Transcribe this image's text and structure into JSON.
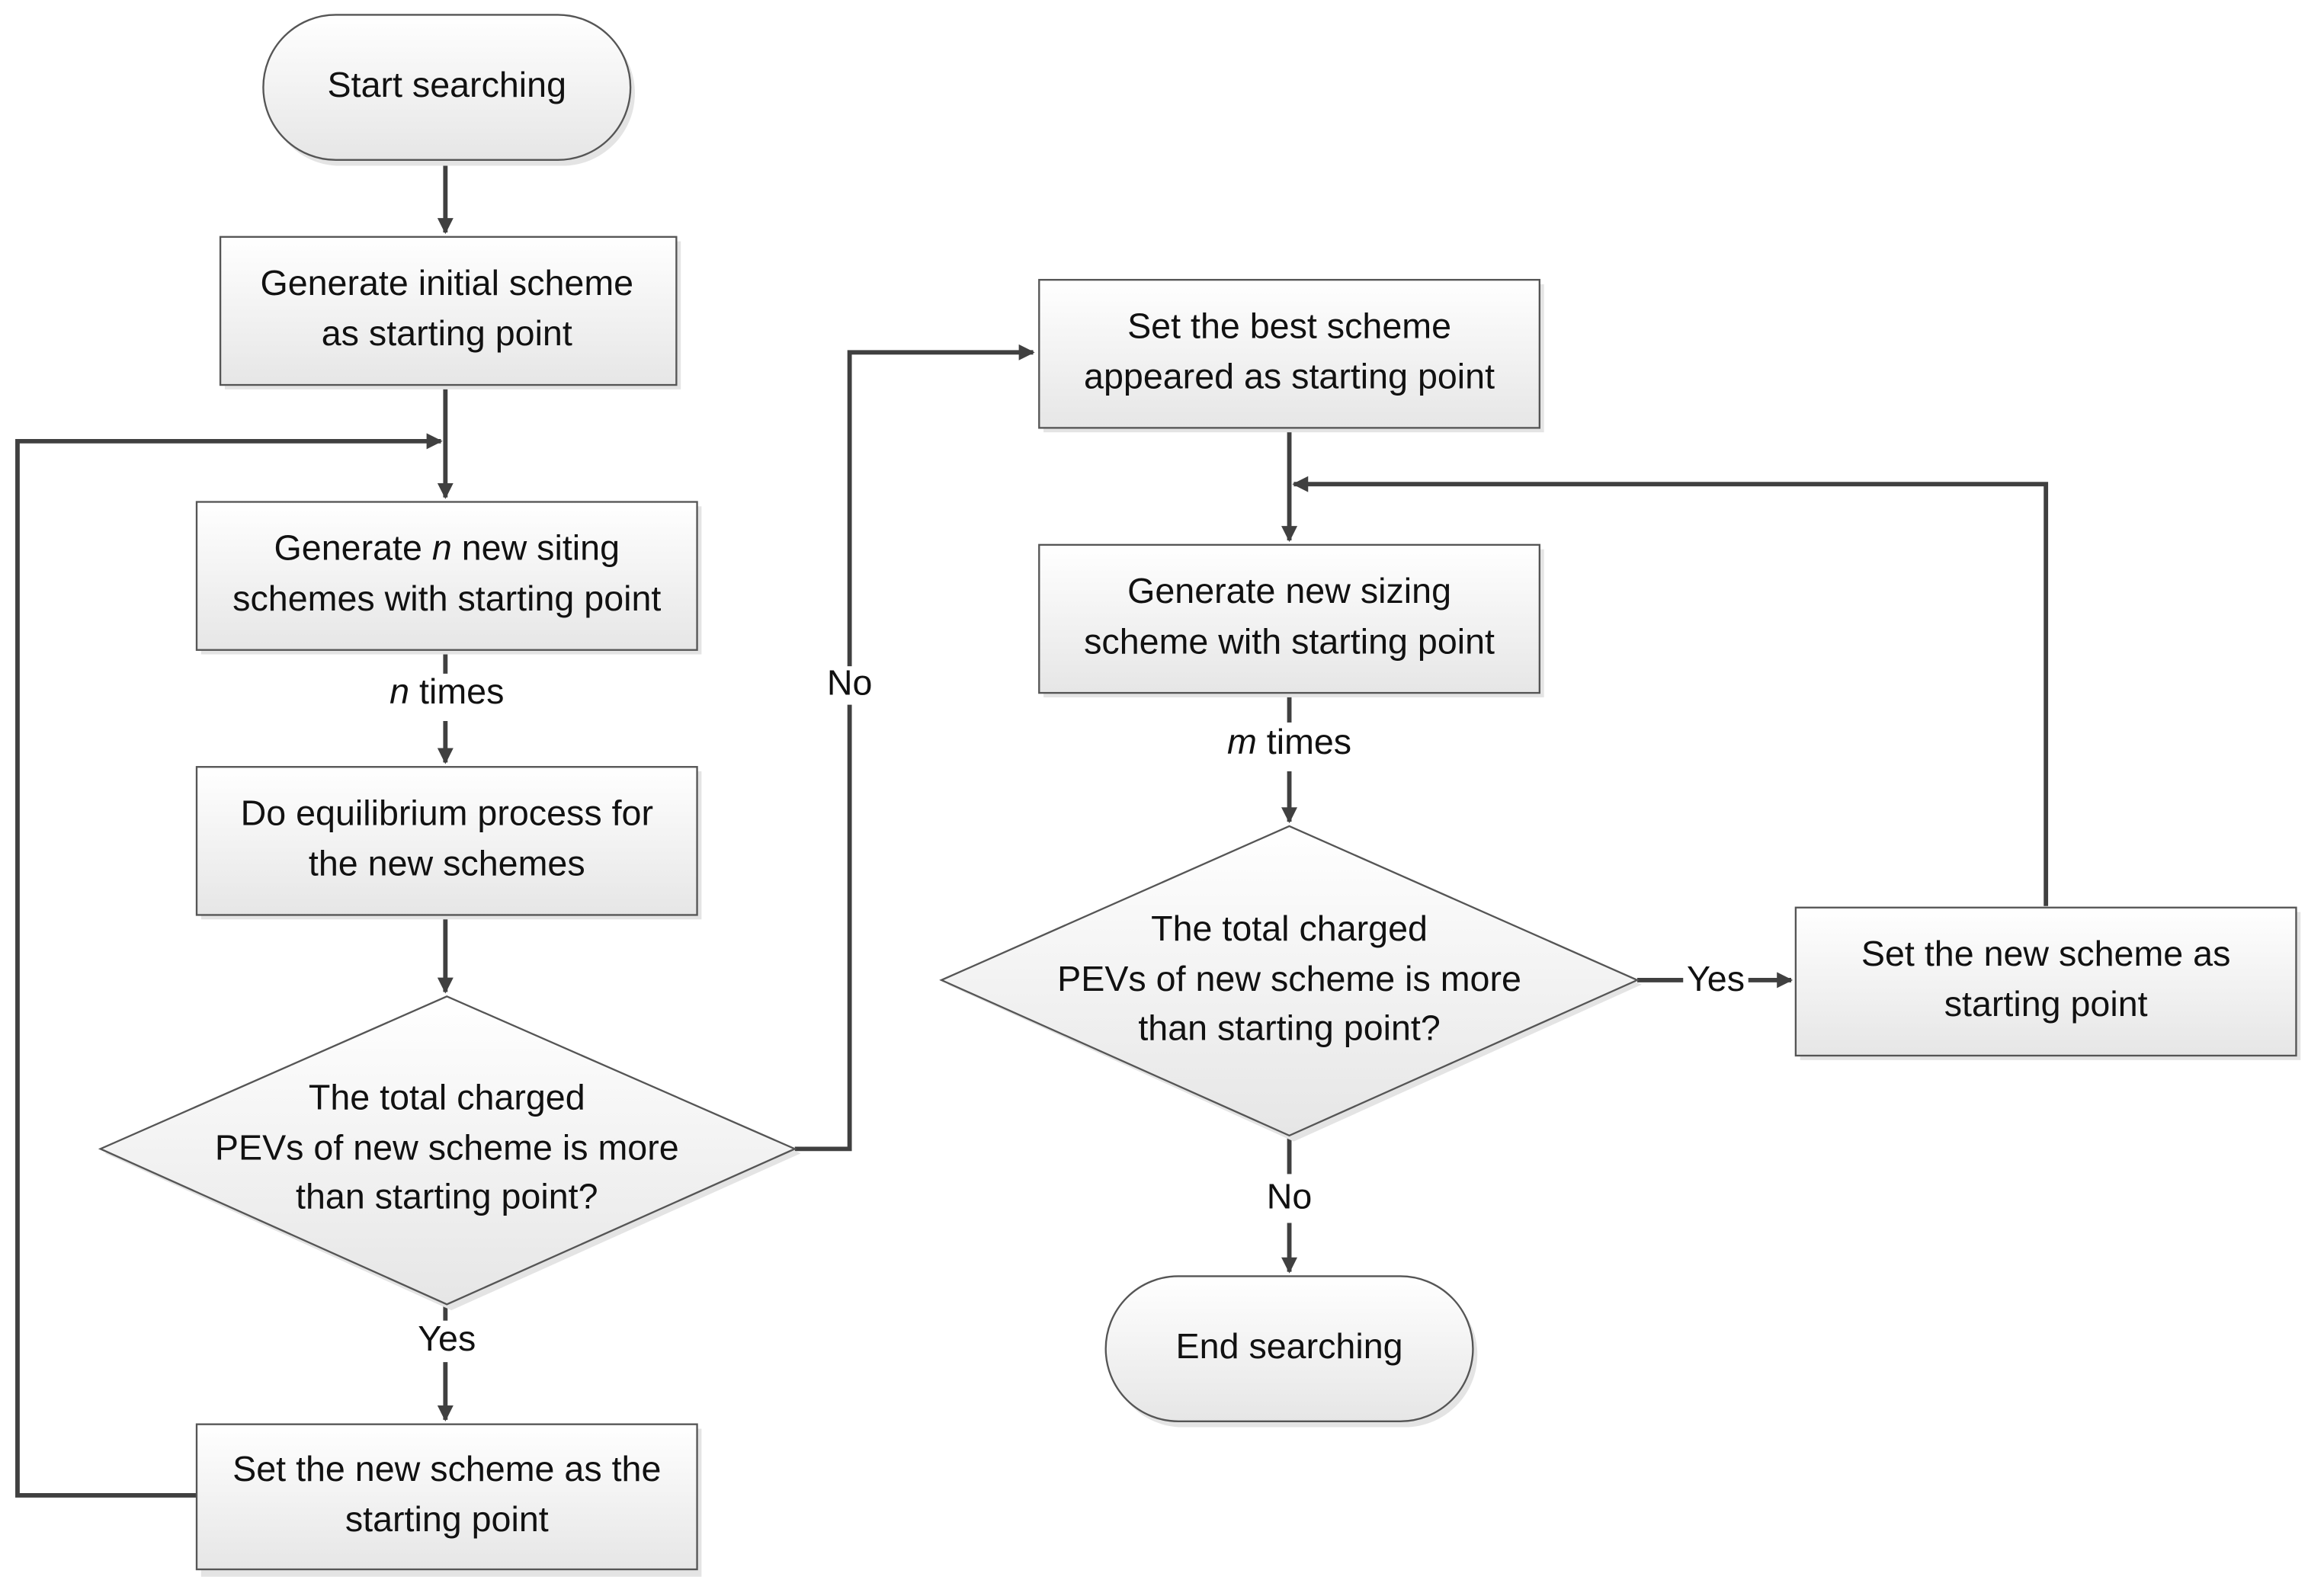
{
  "diagram": {
    "nodes": {
      "start": {
        "lines": [
          "Start searching"
        ]
      },
      "init": {
        "lines": [
          "Generate initial scheme",
          "as starting point"
        ]
      },
      "siting": {
        "line1_var": "n",
        "line1_rest": " new siting",
        "line1_pre": "Generate ",
        "line2": "schemes with starting point"
      },
      "equil": {
        "lines": [
          "Do equilibrium process for",
          "the new schemes"
        ]
      },
      "dec1": {
        "lines": [
          "The total charged",
          "PEVs of new scheme is more",
          "than starting point?"
        ]
      },
      "setnew1": {
        "lines": [
          "Set the new scheme as the",
          "starting point"
        ]
      },
      "best": {
        "lines": [
          "Set the best scheme",
          "appeared as starting point"
        ]
      },
      "sizing": {
        "lines": [
          "Generate new sizing",
          "scheme with starting point"
        ]
      },
      "dec2": {
        "lines": [
          "The total charged",
          "PEVs of new scheme is more",
          "than starting point?"
        ]
      },
      "setnew2": {
        "lines": [
          "Set the new scheme as",
          "starting point"
        ]
      },
      "end": {
        "lines": [
          "End searching"
        ]
      }
    },
    "edge_labels": {
      "n_times_var": "n",
      "n_times_rest": " times",
      "m_times_var": "m",
      "m_times_rest": " times",
      "dec1_yes": "Yes",
      "dec1_no": "No",
      "dec2_yes": "Yes",
      "dec2_no": "No"
    }
  },
  "colors": {
    "box_fill_top": "#ffffff",
    "box_fill_bottom": "#e6e6e6",
    "stroke": "#555555",
    "connector": "#404040"
  }
}
